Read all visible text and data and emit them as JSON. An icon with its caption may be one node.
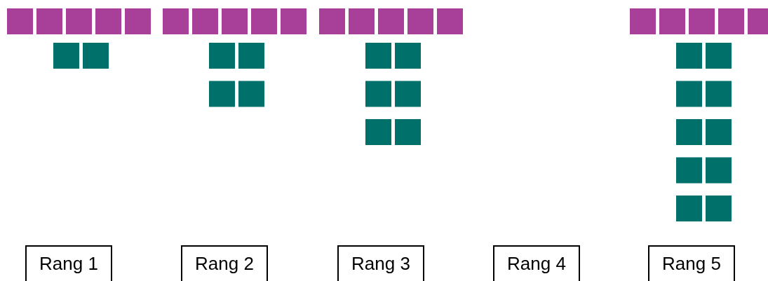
{
  "diagram": {
    "nodes": [
      {
        "text": [
          "Rang 1"
        ]
      },
      {
        "text": [
          "Rang 2"
        ]
      },
      {
        "text": [
          "Rang 3"
        ]
      },
      {
        "text": [
          "Rang 4"
        ]
      },
      {
        "text": [
          "Rang 5"
        ]
      }
    ]
  }
}
